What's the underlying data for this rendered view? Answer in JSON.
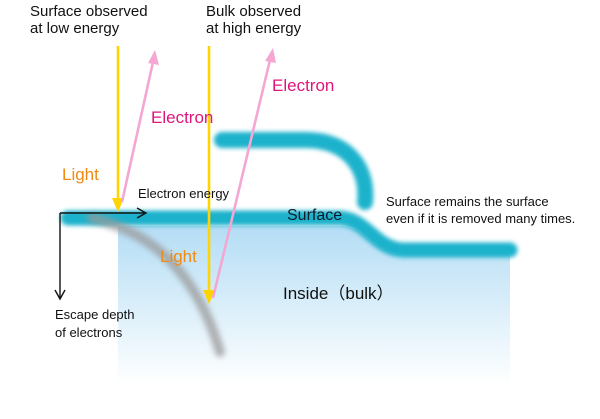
{
  "labels": {
    "surface_low": "Surface observed\nat low energy",
    "bulk_high": "Bulk observed\nat high energy",
    "electron_left": "Electron",
    "electron_right": "Electron",
    "light_left": "Light",
    "light_mid": "Light",
    "electron_energy": "Electron energy",
    "surface": "Surface",
    "surface_note": "Surface remains the surface\neven if it is removed many times.",
    "inside": "Inside（bulk）",
    "escape_depth": "Escape depth\nof electrons"
  },
  "colors": {
    "light": "#ffd400",
    "light_text": "#f08a12",
    "electron": "#f3a7d2",
    "electron_text": "#e0147a",
    "surface_layer": "#1ab2cc",
    "bulk_top": "#b4ddf5",
    "bulk_bottom": "#ffffff",
    "escape_curve": "#9a9a9a",
    "axis": "#111111"
  }
}
